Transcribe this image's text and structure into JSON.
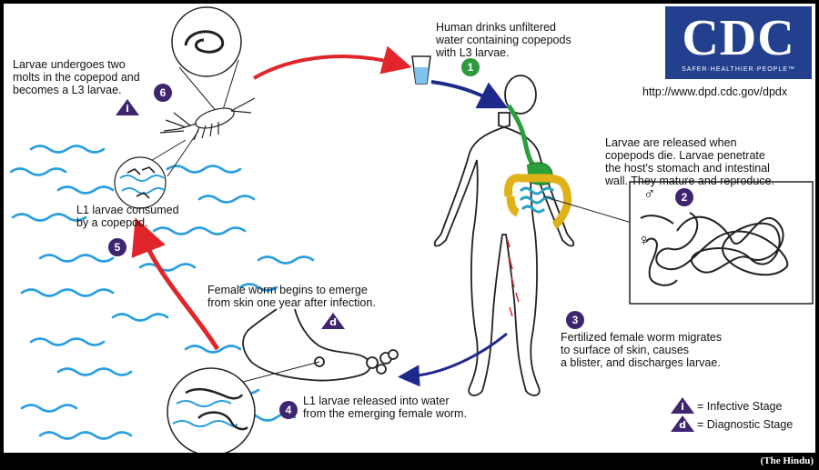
{
  "steps": [
    {
      "number": "1",
      "text": "Human drinks unfiltered\nwater containing copepods\nwith L3 larvae."
    },
    {
      "number": "2",
      "text": "Larvae are released when\ncopepods die.  Larvae penetrate\nthe host's stomach and intestinal\nwall.  They mature and reproduce."
    },
    {
      "number": "3",
      "text": "Fertilized female worm migrates\nto surface of skin, causes\na blister, and discharges larvae."
    },
    {
      "number": "4",
      "text": "L1 larvae released into water\nfrom the emerging female worm."
    },
    {
      "number": "5",
      "text": "L1 larvae consumed\nby a copepod."
    },
    {
      "number": "6",
      "text": "Larvae undergoes two\nmolts in the copepod and\nbecomes a L3 larvae."
    }
  ],
  "emerge_text": "Female worm begins to emerge\nfrom skin one year after infection.",
  "male_symbol": "♂",
  "female_symbol": "♀",
  "stage_i": "i",
  "stage_d": "d",
  "legend": [
    {
      "letter": "i",
      "label": "= Infective Stage"
    },
    {
      "letter": "d",
      "label": "= Diagnostic Stage"
    }
  ],
  "logo": {
    "letters": "CDC",
    "tagline": "SAFER·HEALTHIER·PEOPLE™"
  },
  "url": "http://www.dpd.cdc.gov/dpdx",
  "credit": "(The Hindu)",
  "colors": {
    "purple": "#3f2470",
    "green": "#2e9a3e",
    "red_arrow": "#e0262a",
    "blue_arrow": "#1d2a8c",
    "water": "#2a9fe0",
    "cdc_blue": "#23408e"
  }
}
